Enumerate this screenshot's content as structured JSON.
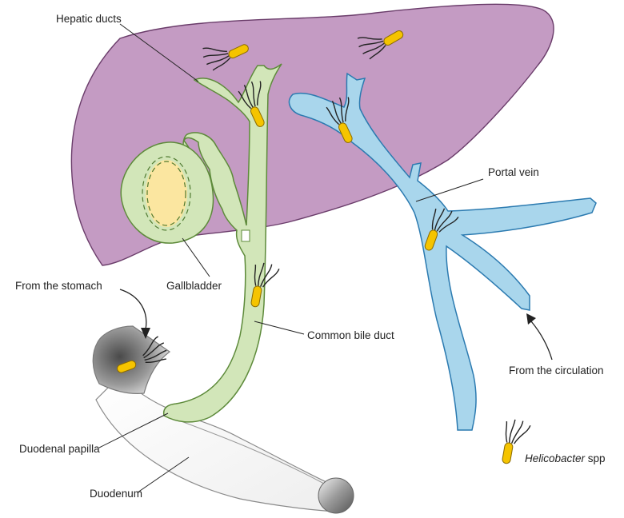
{
  "labels": {
    "hepatic_ducts": "Hepatic ducts",
    "portal_vein": "Portal vein",
    "gallbladder": "Gallbladder",
    "from_stomach": "From the stomach",
    "common_bile_duct": "Common bile duct",
    "from_circulation": "From the circulation",
    "duodenal_papilla": "Duodenal papilla",
    "duodenum": "Duodenum"
  },
  "legend": {
    "name_italic": "Helicobacter",
    "name_suffix": " spp"
  },
  "colors": {
    "liver": "#c49bc3",
    "bile_duct": "#d2e6b9",
    "portal_vein": "#a9d6ec",
    "gallstone": "#fbe6a0",
    "bacterium": "#f5c400",
    "outline": "#3a3a3a"
  }
}
